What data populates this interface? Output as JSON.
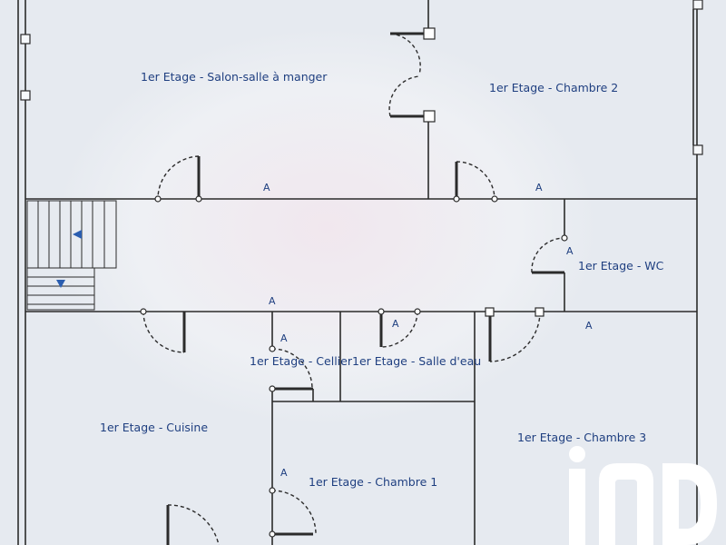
{
  "rooms": {
    "salon": "1er Etage - Salon-salle à manger",
    "chambre2": "1er Etage - Chambre 2",
    "wc": "1er Etage - WC",
    "cellier": "1er Etage - Cellier",
    "salle_eau": "1er Etage - Salle d'eau",
    "cuisine": "1er Etage - Cuisine",
    "chambre3": "1er Etage - Chambre 3",
    "chambre1": "1er Etage - Chambre 1"
  },
  "marker_letter": "A",
  "colors": {
    "label": "#1f3f80",
    "wall": "#2b2b2b",
    "stair_arrow": "#2a5db0",
    "logo": "#ffffff"
  },
  "logo": {
    "name": "iad-logo"
  }
}
